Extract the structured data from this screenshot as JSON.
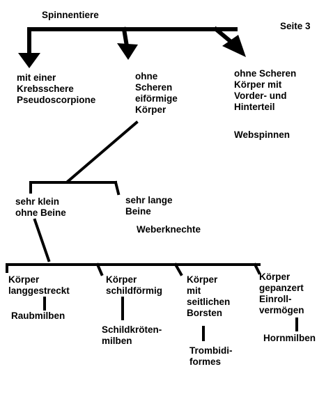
{
  "page_label": "Seite 3",
  "colors": {
    "ink": "#000000",
    "background": "#ffffff"
  },
  "nodes": {
    "root": {
      "lines": [
        "Spinnentiere"
      ]
    },
    "krebsschere": {
      "lines": [
        "mit einer",
        "Krebsschere",
        "Pseudoscorpione"
      ]
    },
    "ohne_scheren_eifoermig": {
      "lines": [
        "ohne",
        "Scheren",
        "eiförmige",
        "Körper"
      ]
    },
    "ohne_scheren_vorder": {
      "lines": [
        "ohne Scheren",
        "Körper mit",
        "Vorder- und",
        "Hinterteil"
      ]
    },
    "webspinnen": {
      "lines": [
        "Webspinnen"
      ]
    },
    "sehr_klein": {
      "lines": [
        "sehr klein",
        "ohne Beine"
      ]
    },
    "sehr_lange": {
      "lines": [
        "sehr lange",
        "Beine"
      ]
    },
    "weberknechte": {
      "lines": [
        "Weberknechte"
      ]
    },
    "langgestreckt": {
      "lines": [
        "Körper",
        "langgestreckt"
      ]
    },
    "raubmilben": {
      "lines": [
        "Raubmilben"
      ]
    },
    "schildfoermig": {
      "lines": [
        "Körper",
        "schildförmig"
      ]
    },
    "schildkroetenmilben": {
      "lines": [
        "Schildkröten-",
        "milben"
      ]
    },
    "seitliche_borsten": {
      "lines": [
        "Körper",
        "mit",
        "seitlichen",
        "Borsten"
      ]
    },
    "trombidiformes": {
      "lines": [
        "Trombidi-",
        "formes"
      ]
    },
    "gepanzert": {
      "lines": [
        "Körper",
        "gepanzert",
        "Einroll-",
        "vermögen"
      ]
    },
    "hornmilben": {
      "lines": [
        "Hornmilben"
      ]
    }
  }
}
